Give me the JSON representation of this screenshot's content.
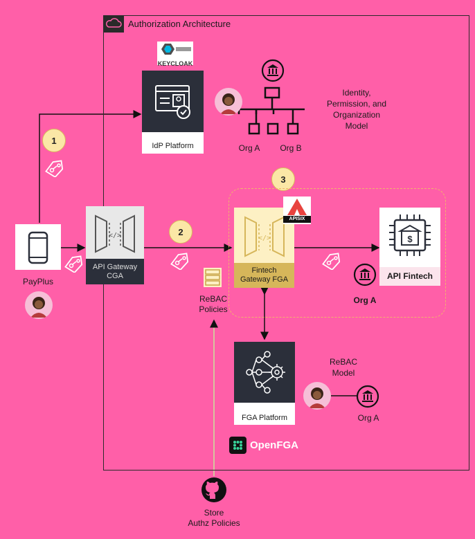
{
  "container": {
    "title": "Authorization Architecture"
  },
  "idp": {
    "label": "IdP Platform",
    "logo_text": "KEYCLOAK"
  },
  "model": {
    "description_lines": [
      "Identity,",
      "Permission, and",
      "Organization",
      "Model"
    ],
    "org_a": "Org A",
    "org_b": "Org B"
  },
  "client": {
    "label": "PayPlus"
  },
  "api_gateway": {
    "line1": "API Gateway",
    "line2": "CGA"
  },
  "fintech_gateway": {
    "line1": "Fintech",
    "line2": "Gateway FGA",
    "logo_text": "APISIX"
  },
  "api_fintech": {
    "label": "API Fintech",
    "org": "Org A"
  },
  "rebac_policies": {
    "line1": "ReBAC",
    "line2": "Policies"
  },
  "fga_platform": {
    "label": "FGA Platform",
    "model_line1": "ReBAC",
    "model_line2": "Model",
    "org": "Org A"
  },
  "openfga": {
    "logo_text": "OpenFGA"
  },
  "store": {
    "line1": "Store",
    "line2": "Authz Policies"
  },
  "steps": [
    "1",
    "2",
    "3"
  ],
  "colors": {
    "background": "#ff5fa8",
    "badge": "#fbe7a6",
    "fga_box": "#fdf0c4",
    "fga_label_bg": "#d6b65a",
    "dark_panel": "#2b2f3a",
    "rebac_line": "#c8e69a"
  }
}
